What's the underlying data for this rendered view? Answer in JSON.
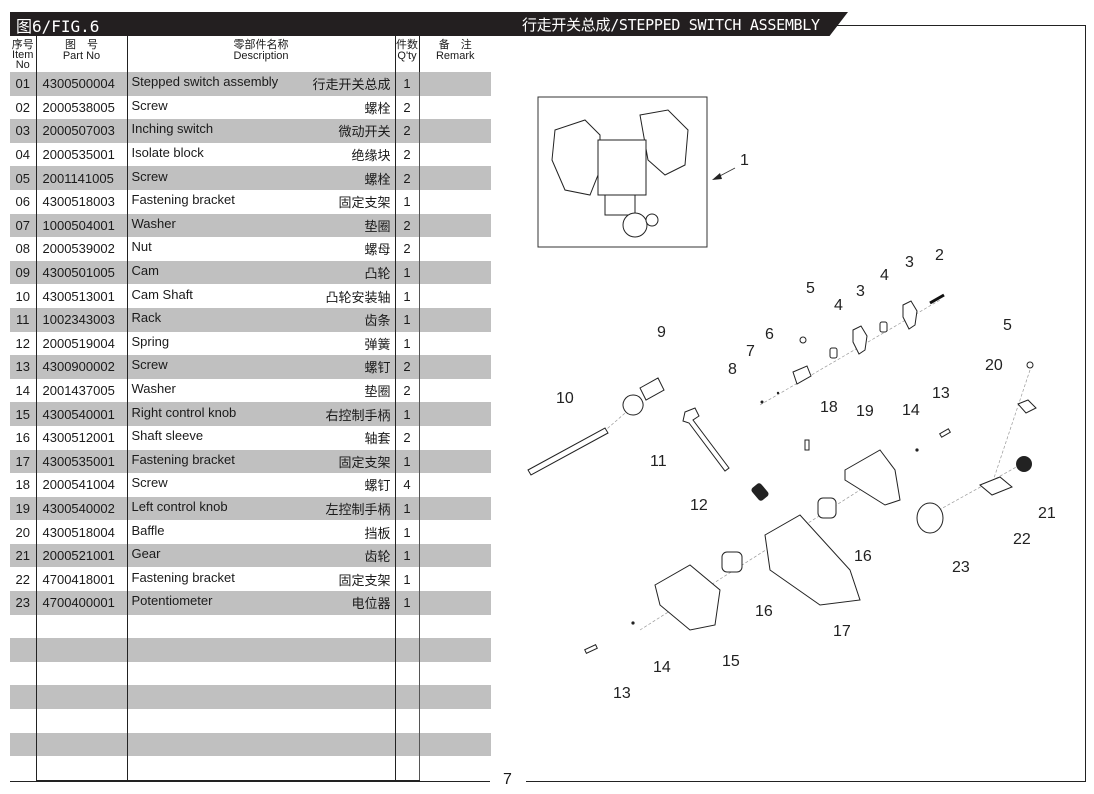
{
  "header": {
    "figure_label": "图6/FIG.6",
    "assembly_title": "行走开关总成/STEPPED SWITCH ASSEMBLY"
  },
  "table": {
    "columns": {
      "item_no": {
        "cn": "序号",
        "en1": "Item",
        "en2": "No"
      },
      "part_no": {
        "cn": "图　号",
        "en": "Part No"
      },
      "description": {
        "cn": "零部件名称",
        "en": "Description"
      },
      "qty": {
        "cn": "件数",
        "en": "Q'ty"
      },
      "remark": {
        "cn": "备　注",
        "en": "Remark"
      }
    },
    "rows": [
      {
        "no": "01",
        "part": "4300500004",
        "en": "Stepped switch assembly",
        "cn": "行走开关总成",
        "qty": "1",
        "remark": ""
      },
      {
        "no": "02",
        "part": "2000538005",
        "en": "Screw",
        "cn": "螺栓",
        "qty": "2",
        "remark": ""
      },
      {
        "no": "03",
        "part": "2000507003",
        "en": "Inching switch",
        "cn": "微动开关",
        "qty": "2",
        "remark": ""
      },
      {
        "no": "04",
        "part": "2000535001",
        "en": "Isolate block",
        "cn": "绝缘块",
        "qty": "2",
        "remark": ""
      },
      {
        "no": "05",
        "part": "2001141005",
        "en": "Screw",
        "cn": "螺栓",
        "qty": "2",
        "remark": ""
      },
      {
        "no": "06",
        "part": "4300518003",
        "en": "Fastening bracket",
        "cn": "固定支架",
        "qty": "1",
        "remark": ""
      },
      {
        "no": "07",
        "part": "1000504001",
        "en": "Washer",
        "cn": "垫圈",
        "qty": "2",
        "remark": ""
      },
      {
        "no": "08",
        "part": "2000539002",
        "en": "Nut",
        "cn": "螺母",
        "qty": "2",
        "remark": ""
      },
      {
        "no": "09",
        "part": "4300501005",
        "en": "Cam",
        "cn": "凸轮",
        "qty": "1",
        "remark": ""
      },
      {
        "no": "10",
        "part": "4300513001",
        "en": "Cam Shaft",
        "cn": "凸轮安装轴",
        "qty": "1",
        "remark": ""
      },
      {
        "no": "11",
        "part": "1002343003",
        "en": "Rack",
        "cn": "齿条",
        "qty": "1",
        "remark": ""
      },
      {
        "no": "12",
        "part": "2000519004",
        "en": "Spring",
        "cn": "弹簧",
        "qty": "1",
        "remark": ""
      },
      {
        "no": "13",
        "part": "4300900002",
        "en": "Screw",
        "cn": "螺钉",
        "qty": "2",
        "remark": ""
      },
      {
        "no": "14",
        "part": "2001437005",
        "en": "Washer",
        "cn": "垫圈",
        "qty": "2",
        "remark": ""
      },
      {
        "no": "15",
        "part": "4300540001",
        "en": "Right control knob",
        "cn": "右控制手柄",
        "qty": "1",
        "remark": ""
      },
      {
        "no": "16",
        "part": "4300512001",
        "en": "Shaft sleeve",
        "cn": "轴套",
        "qty": "2",
        "remark": ""
      },
      {
        "no": "17",
        "part": "4300535001",
        "en": "Fastening bracket",
        "cn": "固定支架",
        "qty": "1",
        "remark": ""
      },
      {
        "no": "18",
        "part": "2000541004",
        "en": "Screw",
        "cn": "螺钉",
        "qty": "4",
        "remark": ""
      },
      {
        "no": "19",
        "part": "4300540002",
        "en": "Left control knob",
        "cn": "左控制手柄",
        "qty": "1",
        "remark": ""
      },
      {
        "no": "20",
        "part": "4300518004",
        "en": "Baffle",
        "cn": "挡板",
        "qty": "1",
        "remark": ""
      },
      {
        "no": "21",
        "part": "2000521001",
        "en": "Gear",
        "cn": "齿轮",
        "qty": "1",
        "remark": ""
      },
      {
        "no": "22",
        "part": "4700418001",
        "en": "Fastening bracket",
        "cn": "固定支架",
        "qty": "1",
        "remark": ""
      },
      {
        "no": "23",
        "part": "4700400001",
        "en": "Potentiometer",
        "cn": "电位器",
        "qty": "1",
        "remark": ""
      }
    ],
    "empty_rows": 7
  },
  "diagram": {
    "inset_callout": "1",
    "callouts": [
      "2",
      "3",
      "4",
      "3",
      "4",
      "5",
      "6",
      "7",
      "8",
      "9",
      "10",
      "11",
      "12",
      "13",
      "14",
      "18",
      "19",
      "5",
      "20",
      "21",
      "22",
      "23",
      "16",
      "16",
      "17",
      "15",
      "14",
      "13"
    ]
  },
  "footer": {
    "page_number": "7"
  }
}
